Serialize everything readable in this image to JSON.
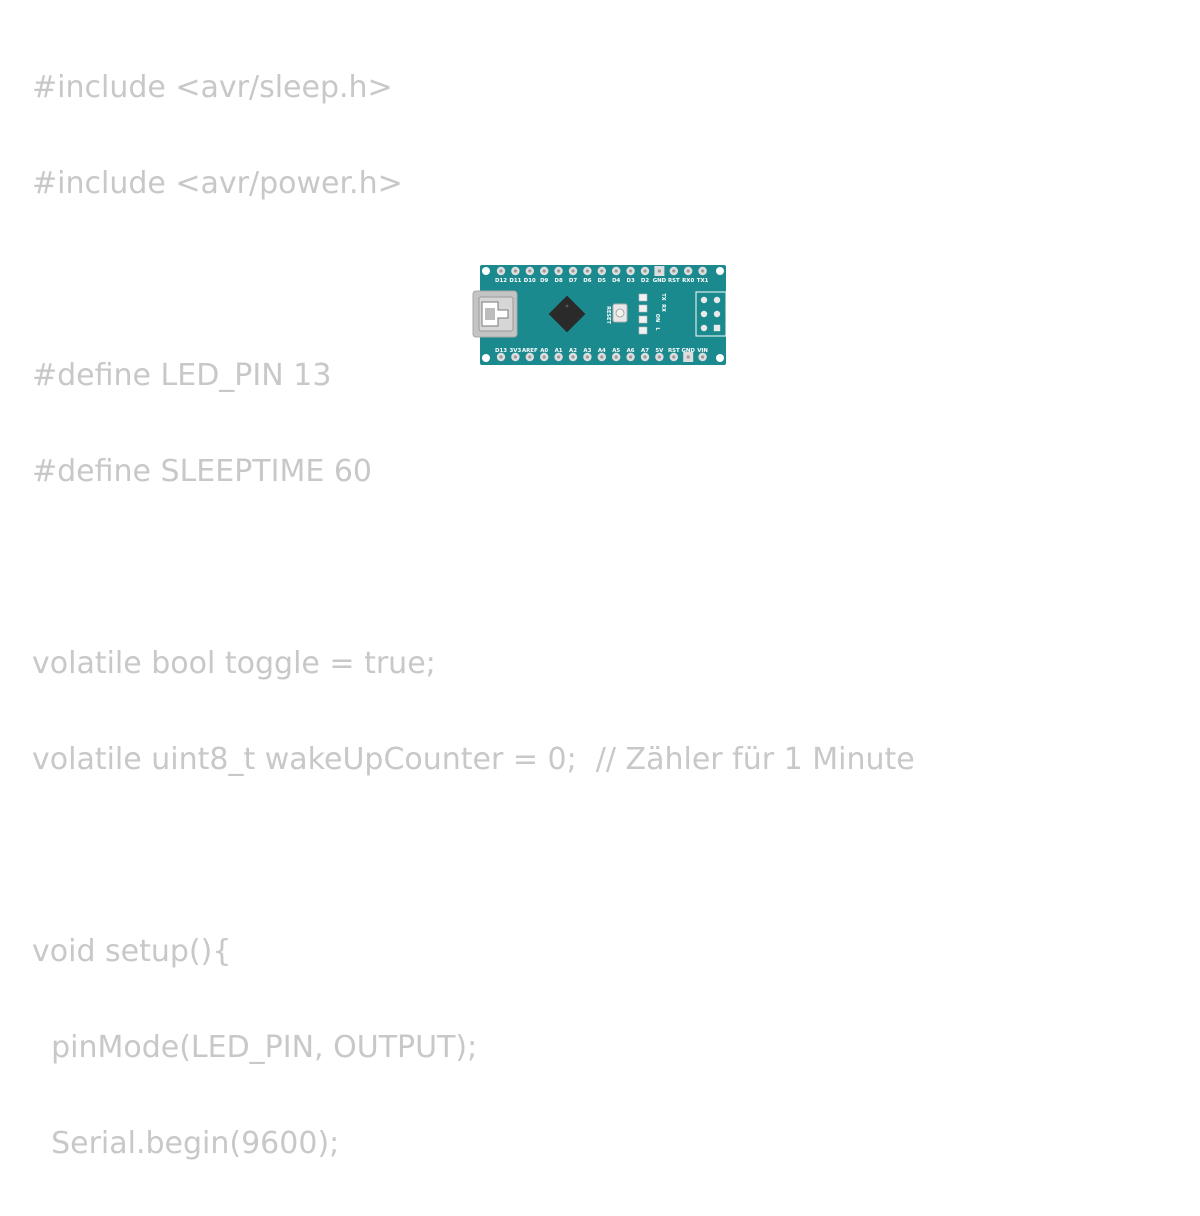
{
  "code_lines": [
    "#include <avr/sleep.h>",
    "#include <avr/power.h>",
    "",
    "#define LED_PIN 13",
    "#define SLEEPTIME 60",
    "",
    "volatile bool toggle = true;",
    "volatile uint8_t wakeUpCounter = 0;  // Zähler für 1 Minute",
    "",
    "void setup(){",
    "  pinMode(LED_PIN, OUTPUT);",
    "  Serial.begin(9600);"
  ],
  "board": {
    "top_pins": [
      "D12",
      "D11",
      "D10",
      "D9",
      "D8",
      "D7",
      "D6",
      "D5",
      "D4",
      "D3",
      "D2",
      "GND",
      "RST",
      "RX0",
      "TX1"
    ],
    "bottom_pins": [
      "D13",
      "3V3",
      "AREF",
      "A0",
      "A1",
      "A2",
      "A3",
      "A4",
      "A5",
      "A6",
      "A7",
      "5V",
      "RST",
      "GND",
      "VIN"
    ],
    "reset_label": "RESET",
    "led_labels": [
      "TX",
      "RX",
      "ON",
      "L"
    ],
    "colors": {
      "pcb": "#1a8a8e",
      "usb": "#c4c4c4",
      "chip": "#2a2a2a"
    }
  }
}
